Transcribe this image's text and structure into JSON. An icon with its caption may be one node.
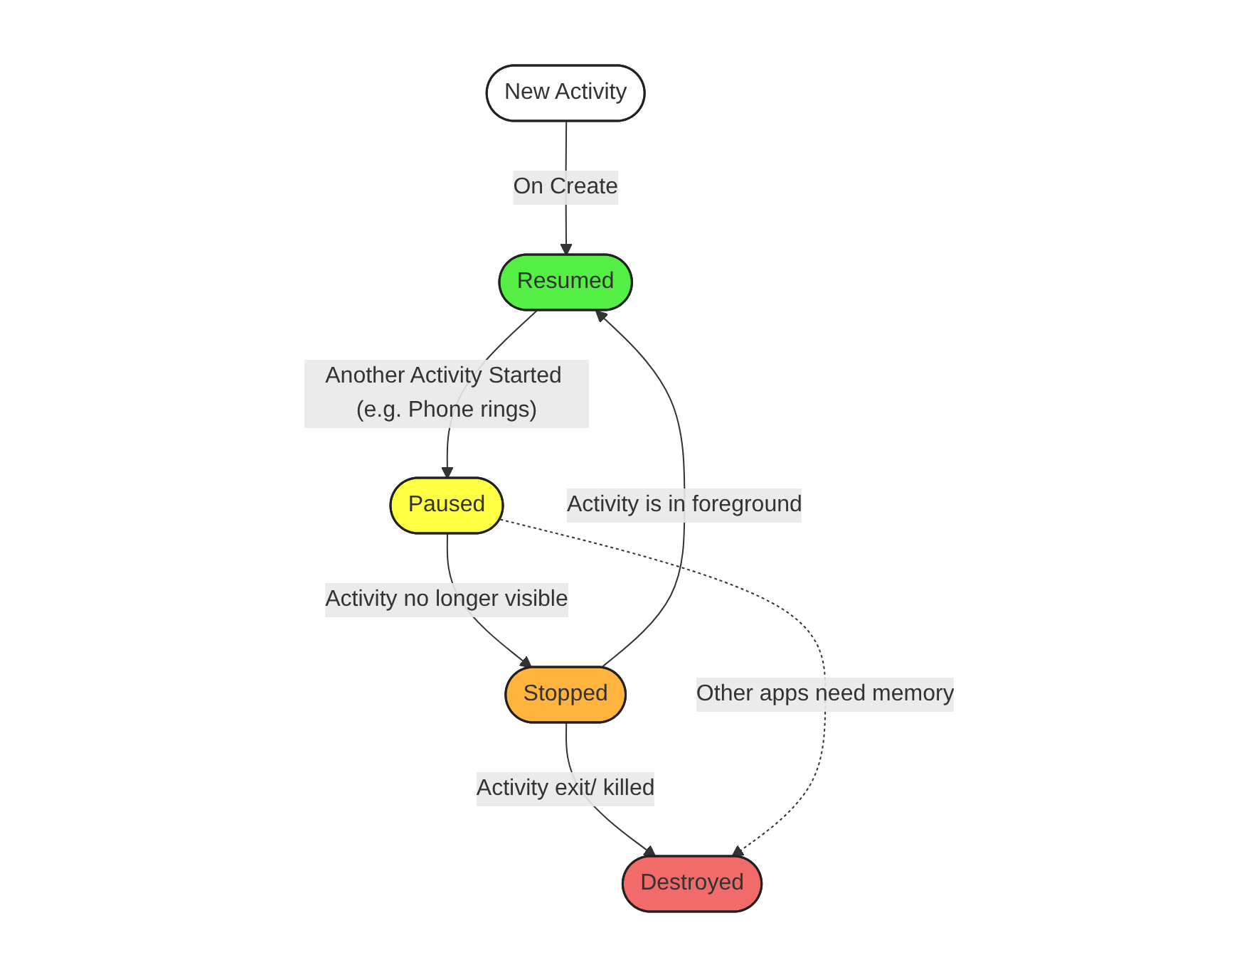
{
  "diagram": {
    "nodes": [
      {
        "text": [
          "New Activity"
        ]
      },
      {
        "text": [
          "Resumed"
        ]
      },
      {
        "text": [
          "Paused"
        ]
      },
      {
        "text": [
          "Stopped"
        ]
      },
      {
        "text": [
          "Destroyed"
        ]
      }
    ],
    "edges": [
      {
        "from": 0,
        "to": 1,
        "arrow": "to",
        "label": "On Create"
      },
      {
        "from": 1,
        "to": 2,
        "arrow": "to",
        "label": "Another Activity Started (e.g. Phone rings)"
      },
      {
        "from": 2,
        "to": 3,
        "arrow": "to",
        "label": "Activity no longer visible"
      },
      {
        "from": 3,
        "to": 1,
        "arrow": "to",
        "label": "Activity is in foreground"
      },
      {
        "from": 3,
        "to": 4,
        "arrow": "to",
        "label": "Activity exit/ killed"
      },
      {
        "from": 2,
        "to": 4,
        "arrow": "to",
        "label": "Other apps need memory",
        "style": "dashed"
      }
    ]
  }
}
